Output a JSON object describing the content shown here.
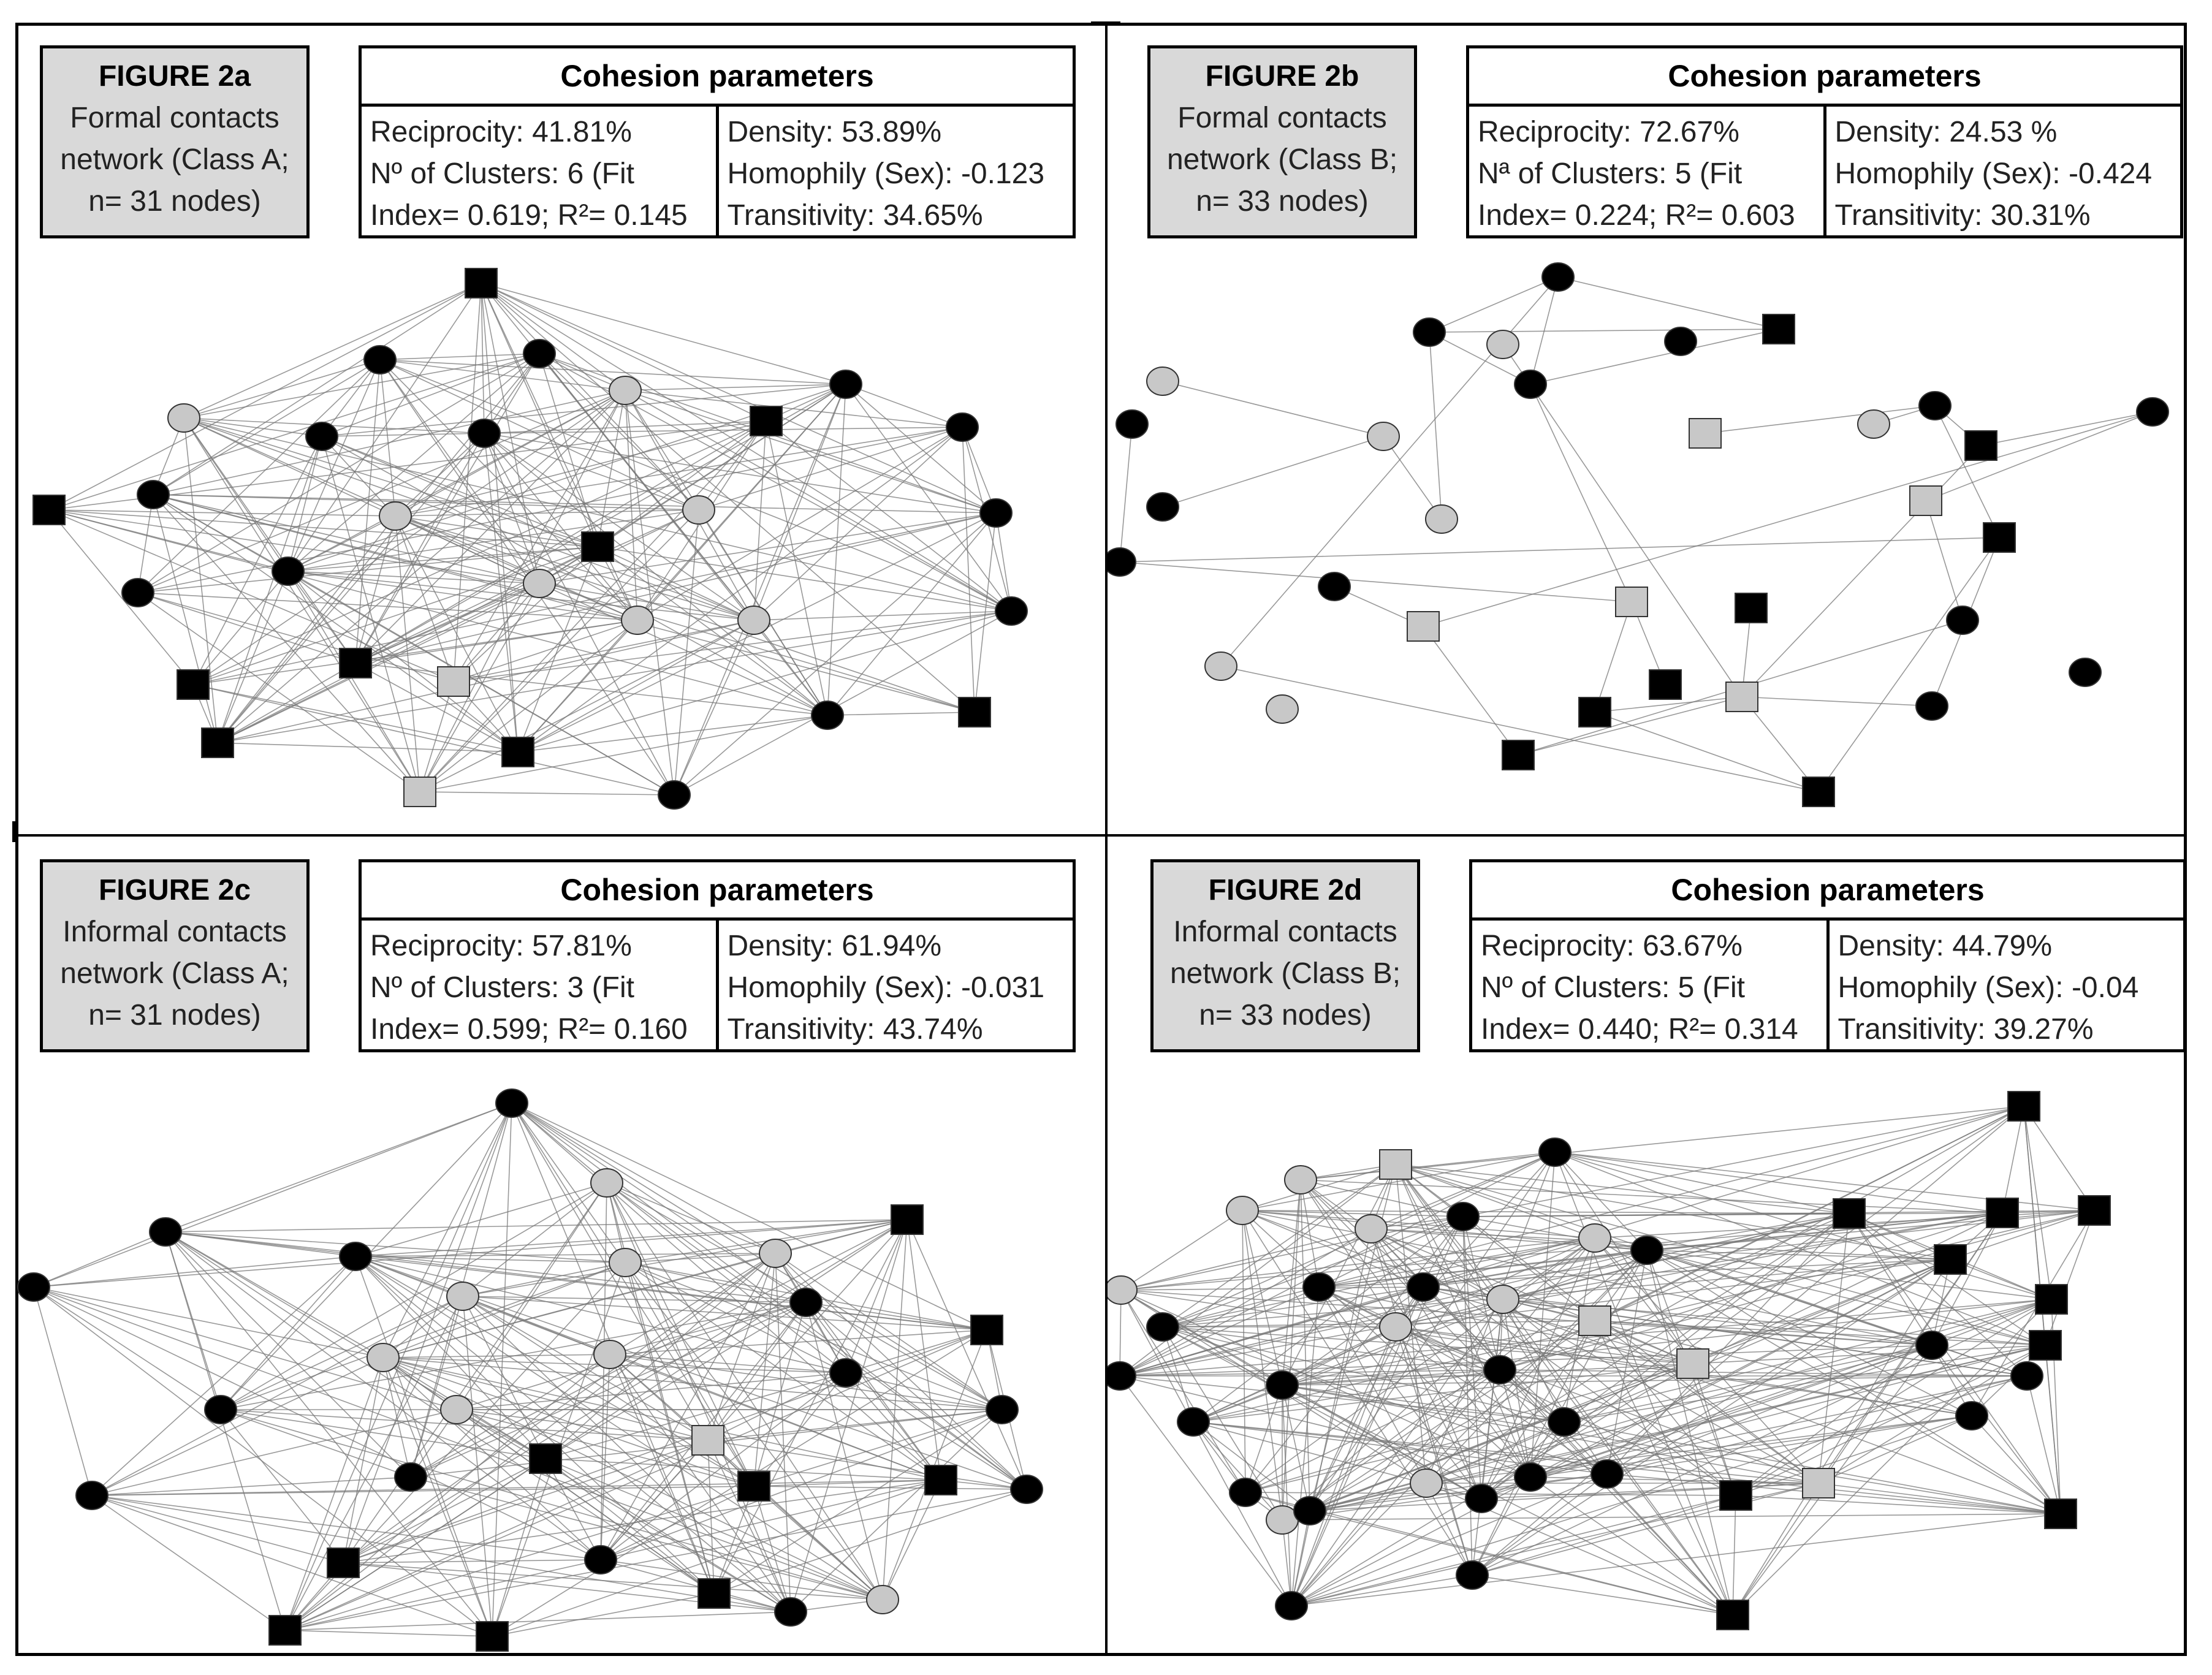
{
  "panels": [
    {
      "label": [
        "FIGURE 2a",
        "Formal contacts",
        "network  (Class A;",
        "n= 31 nodes)"
      ],
      "cohesion_title": "Cohesion parameters",
      "left": [
        "Reciprocity: 41.81%",
        "Nº of Clusters: 6 (Fit",
        "Index= 0.619; R²= 0.145"
      ],
      "right": [
        "Density:  53.89%",
        "Homophily (Sex): -0.123",
        "Transitivity: 34.65%"
      ]
    },
    {
      "label": [
        "FIGURE 2b",
        "Formal contacts",
        "network  (Class B;",
        "n= 33 nodes)"
      ],
      "cohesion_title": "Cohesion parameters",
      "left": [
        "Reciprocity: 72.67%",
        "Nª of Clusters: 5 (Fit",
        "Index= 0.224; R²= 0.603"
      ],
      "right": [
        "Density: 24.53 %",
        "Homophily (Sex): -0.424",
        "Transitivity: 30.31%"
      ]
    },
    {
      "label": [
        "FIGURE 2c",
        "Informal contacts",
        "network  (Class A;",
        "n= 31 nodes)"
      ],
      "cohesion_title": "Cohesion parameters",
      "left": [
        "Reciprocity: 57.81%",
        "Nº of Clusters: 3 (Fit",
        "Index= 0.599; R²= 0.160"
      ],
      "right": [
        "Density:  61.94%",
        "Homophily (Sex): -0.031",
        "Transitivity: 43.74%"
      ]
    },
    {
      "label": [
        "FIGURE 2d",
        "Informal contacts",
        "network  (Class B;",
        "n= 33 nodes)"
      ],
      "cohesion_title": "Cohesion parameters",
      "left": [
        "Reciprocity: 63.67%",
        "Nº of Clusters: 5 (Fit",
        "Index= 0.440; R²= 0.314"
      ],
      "right": [
        "Density:  44.79%",
        "Homophily (Sex): -0.04",
        "Transitivity: 39.27%"
      ]
    }
  ],
  "colors": {
    "node_black": "#000000",
    "node_gray": "#c8c8c8",
    "edge": "#777777",
    "label_bg": "#d9d9d9"
  }
}
